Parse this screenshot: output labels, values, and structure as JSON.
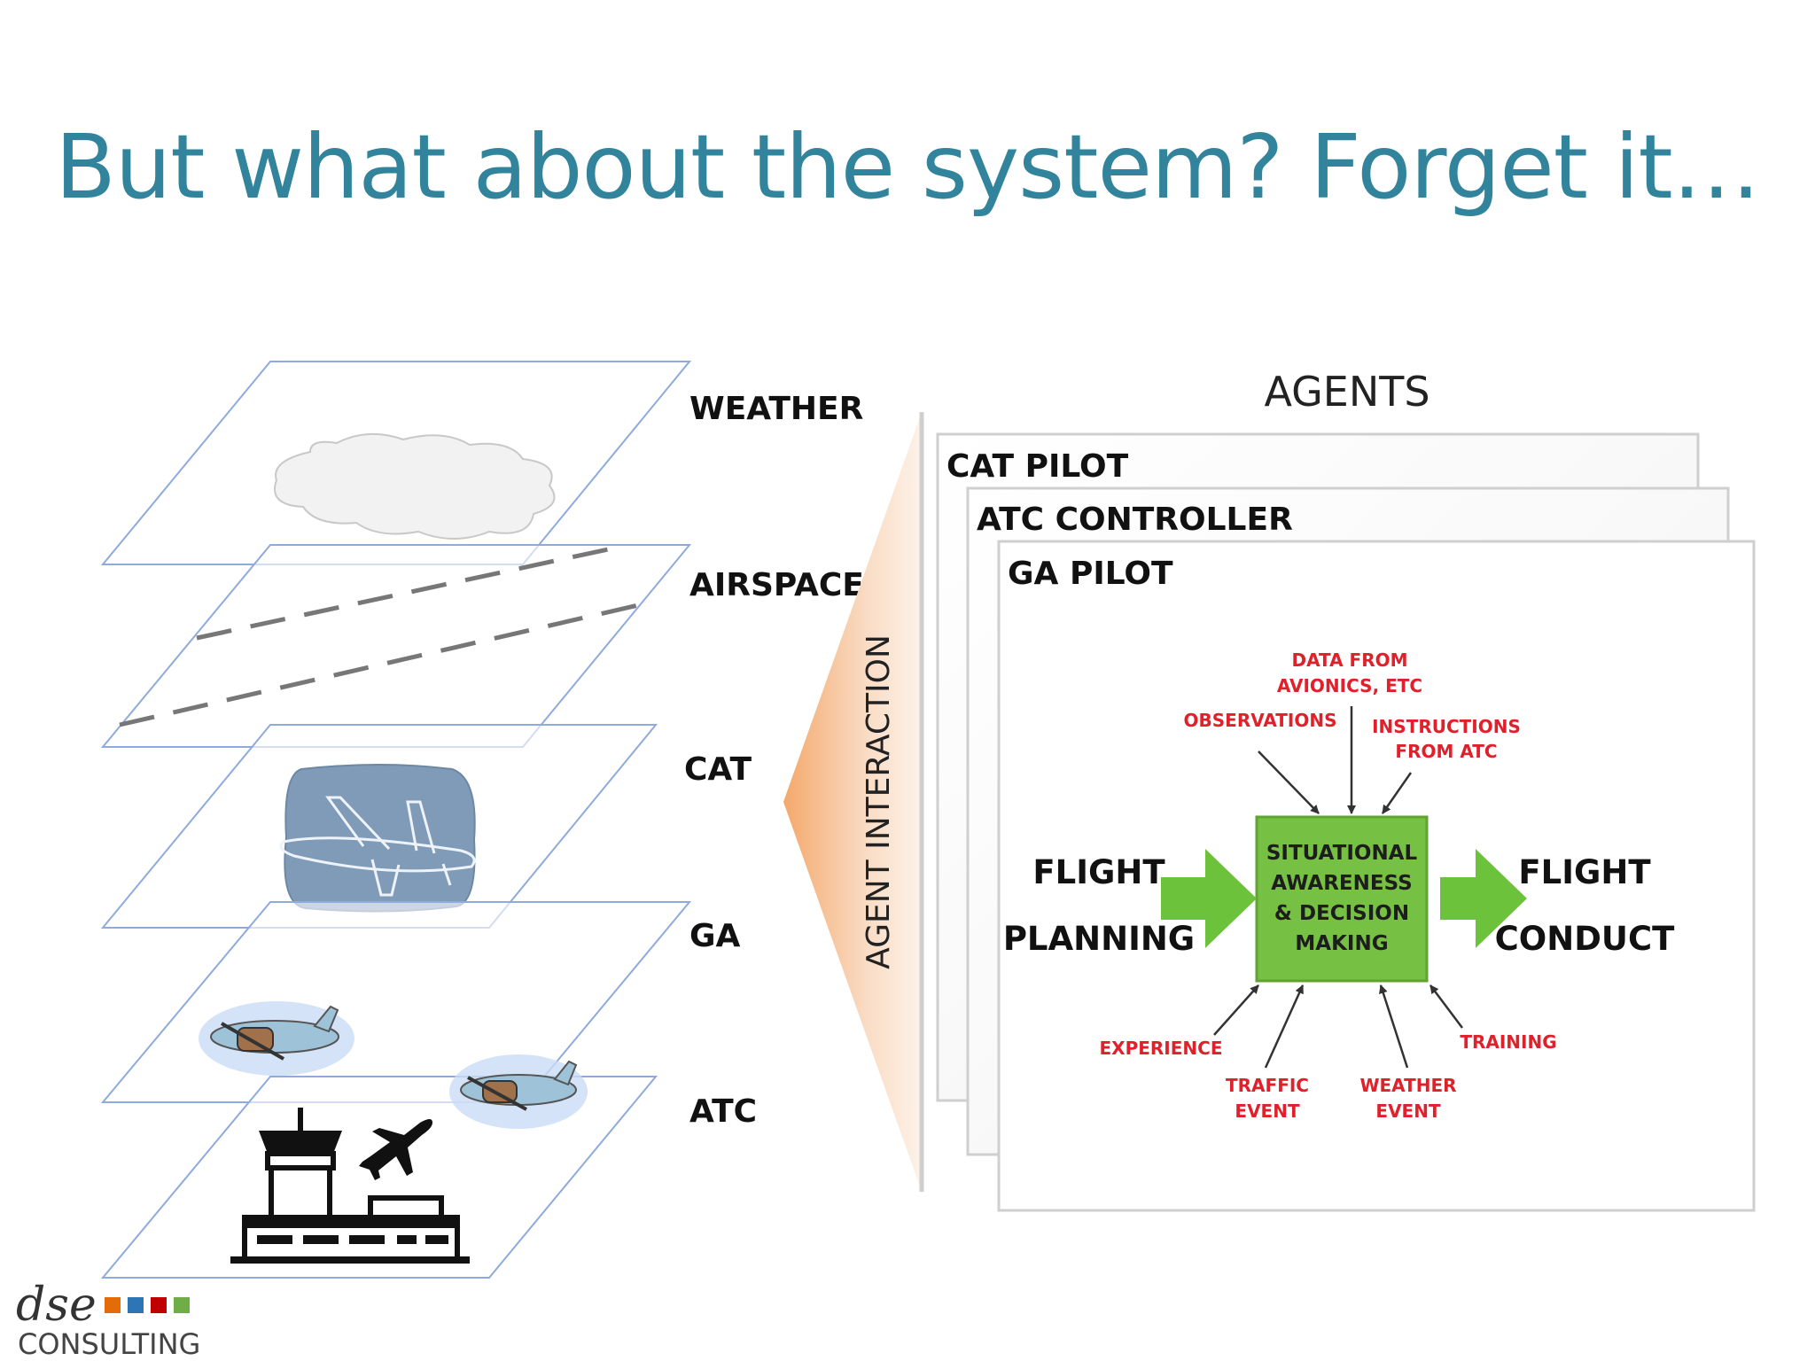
{
  "title": "But what about the system? Forget it…",
  "layers": {
    "weather": "WEATHER",
    "airspace": "AIRSPACE",
    "cat": "CAT",
    "ga": "GA",
    "atc": "ATC"
  },
  "agent_interaction": "AGENT INTERACTION",
  "agents_title": "AGENTS",
  "agent_cards": {
    "cat_pilot": "CAT PILOT",
    "atc_controller": "ATC CONTROLLER",
    "ga_pilot": "GA PILOT"
  },
  "flow": {
    "input_line1": "FLIGHT",
    "input_line2": "PLANNING",
    "output_line1": "FLIGHT",
    "output_line2": "CONDUCT",
    "center_line1": "SITUATIONAL",
    "center_line2": "AWARENESS",
    "center_line3": "& DECISION",
    "center_line4": "MAKING"
  },
  "inputs_top": {
    "data_line1": "DATA FROM",
    "data_line2": "AVIONICS, ETC",
    "observations": "OBSERVATIONS",
    "instructions_line1": "INSTRUCTIONS",
    "instructions_line2": "FROM ATC"
  },
  "inputs_bottom": {
    "experience": "EXPERIENCE",
    "traffic_line1": "TRAFFIC",
    "traffic_line2": "EVENT",
    "weather_line1": "WEATHER",
    "weather_line2": "EVENT",
    "training": "TRAINING"
  },
  "logo": {
    "mark": "dse",
    "name": "CONSULTING"
  },
  "colors": {
    "title": "#31849b",
    "layer_stroke": "#8faadc",
    "arrow_green": "#6cc23a",
    "box_green": "#76c043",
    "factor_red": "#e0202a",
    "wedge_orange": "#f4b183"
  }
}
